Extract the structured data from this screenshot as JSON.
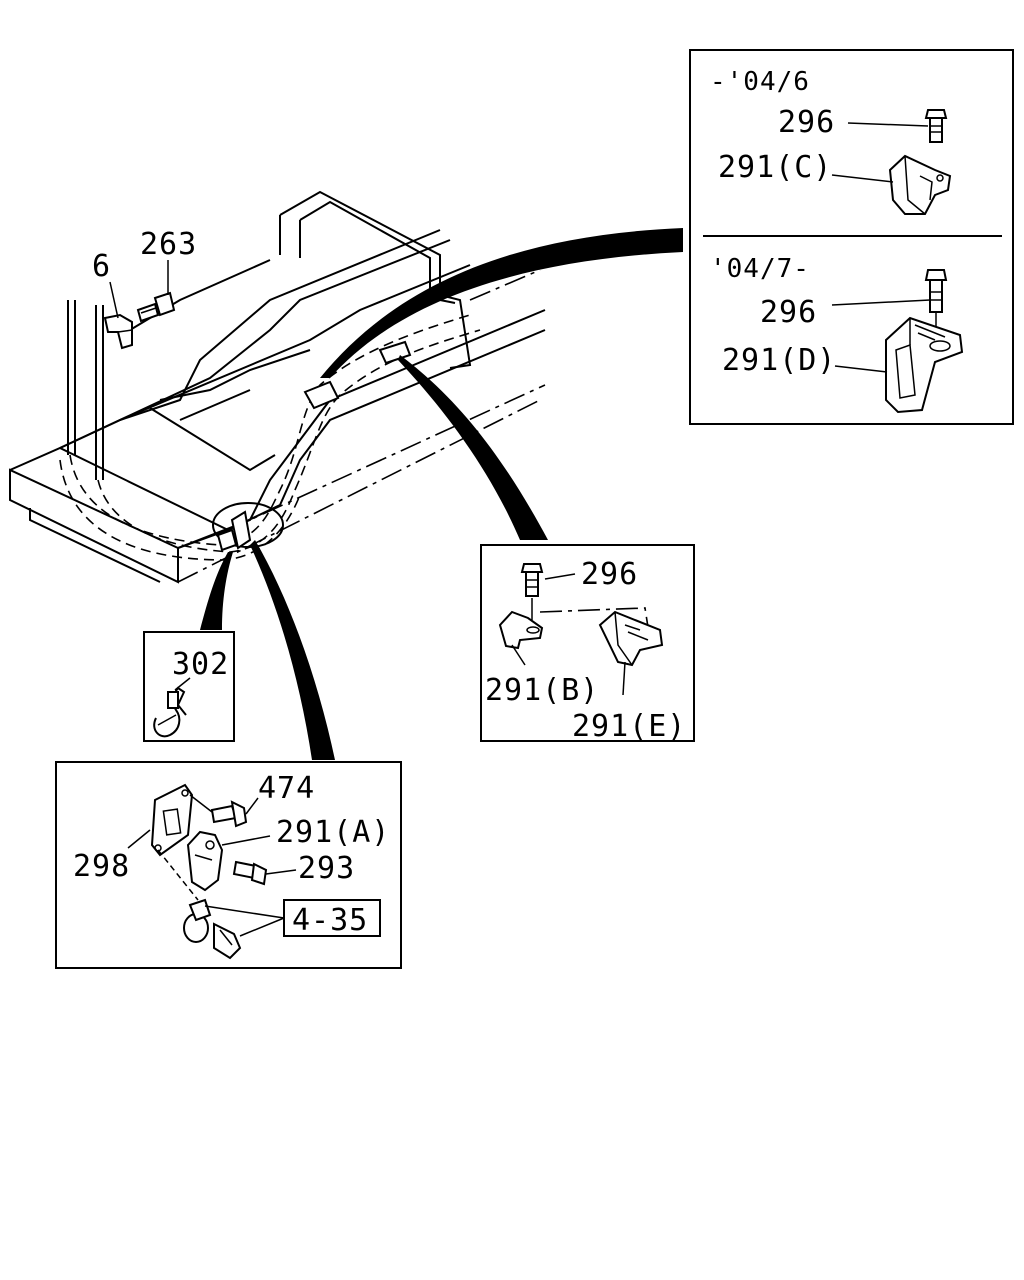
{
  "callouts": {
    "part_6": "6",
    "part_263": "263",
    "part_302": "302",
    "part_474": "474",
    "part_291_a": "291(A)",
    "part_298": "298",
    "part_293": "293",
    "part_4_35": "4-35",
    "part_296_b": "296",
    "part_291_b": "291(B)",
    "part_291_e": "291(E)",
    "part_296_c": "296",
    "part_291_c": "291(C)",
    "part_296_d": "296",
    "part_291_d": "291(D)"
  },
  "period": {
    "until": "-'04/6",
    "from": "'04/7-"
  },
  "icons": [
    "frame-assembly-icon",
    "clip-icon",
    "bolt-icon",
    "bracket-icon",
    "cable-tie-icon"
  ]
}
